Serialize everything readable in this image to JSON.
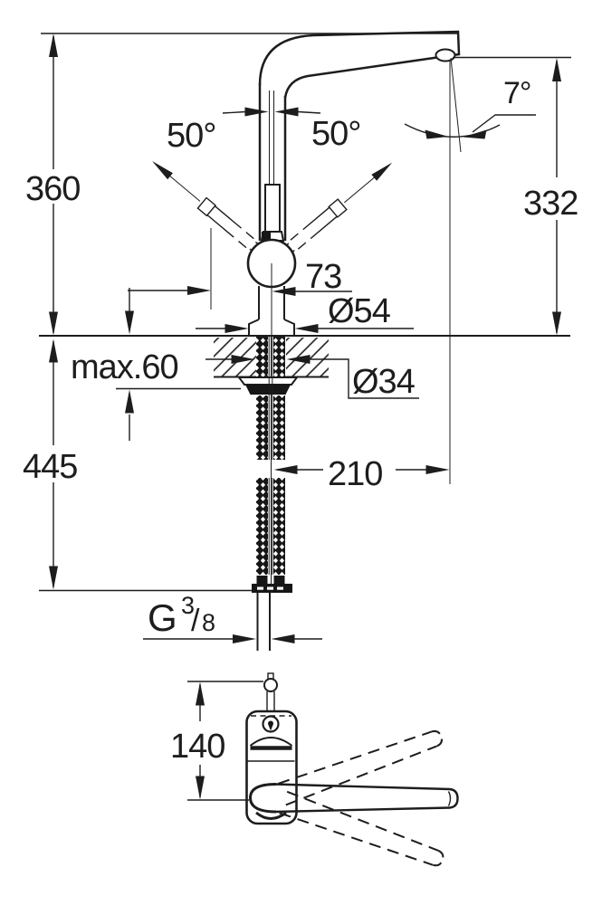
{
  "page": {
    "background": "#ffffff",
    "line_color": "#1d1d1d",
    "description": "Kitchen faucet technical dimension drawing, front elevation and top view"
  },
  "front_view": {
    "dim_height_overall": "360",
    "dim_height_spout_outlet": "332",
    "dim_spray_angle": "7°",
    "dim_handle_swivel_left": "50°",
    "dim_handle_swivel_right": "50°",
    "dim_handle_offset": "73",
    "dim_base_diameter": "Ø54",
    "dim_max_deck_thickness": "max.60",
    "dim_hole_diameter": "Ø34",
    "dim_height_below_deck": "445",
    "dim_spout_reach": "210",
    "thread": {
      "g": "G",
      "numerator": "3",
      "slash": "/",
      "denominator": "8"
    }
  },
  "top_view": {
    "dim_body_depth": "140"
  }
}
